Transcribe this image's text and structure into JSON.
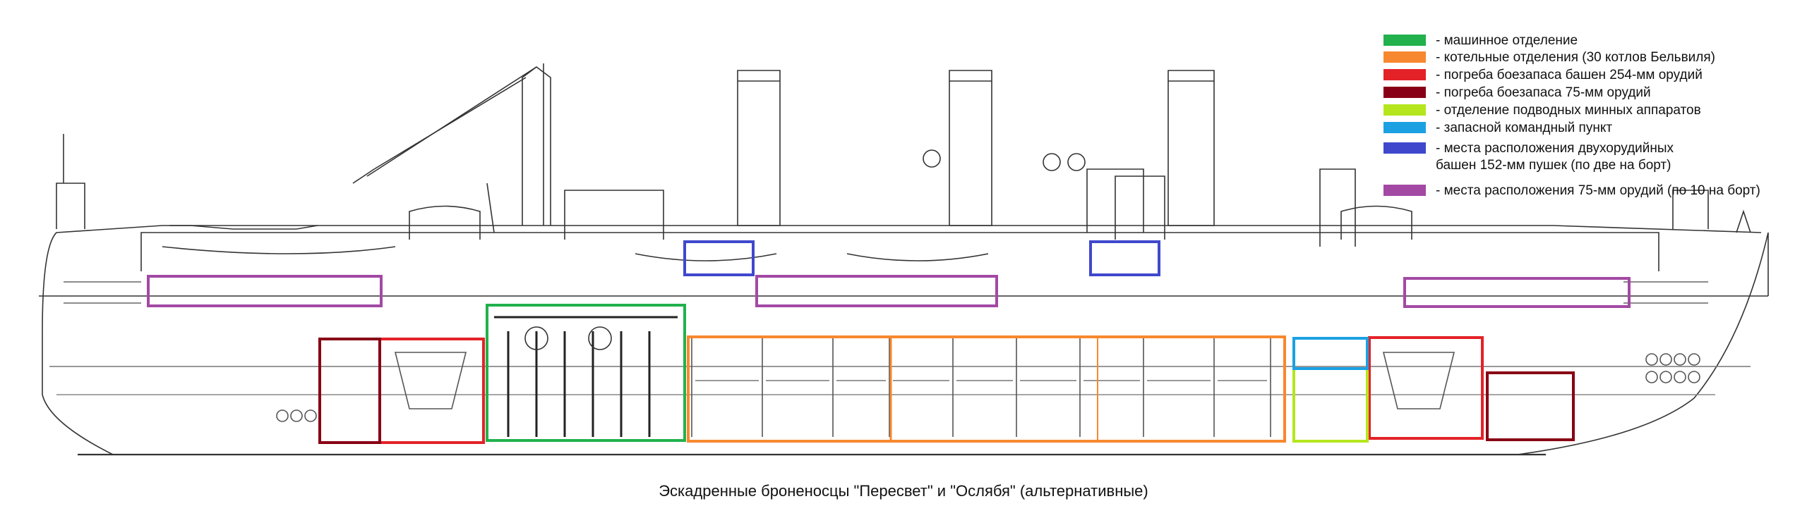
{
  "caption": "Эскадренные броненосцы \"Пересвет\" и \"Ослябя\" (альтернативные)",
  "legend": [
    {
      "key": "engine",
      "color": "#22b14c",
      "text": "- машинное отделение"
    },
    {
      "key": "boiler",
      "color": "#f7882f",
      "text": "- котельные отделения (30 котлов Бельвиля)"
    },
    {
      "key": "mag254",
      "color": "#e32228",
      "text": "- погреба боезапаса башен 254-мм орудий"
    },
    {
      "key": "mag75",
      "color": "#880015",
      "text": "- погреба боезапаса 75-мм орудий"
    },
    {
      "key": "torpedo",
      "color": "#b5e61d",
      "text": "- отделение подводных минных аппаратов"
    },
    {
      "key": "command",
      "color": "#1ba1e2",
      "text": "- запасной командный пункт"
    },
    {
      "key": "turret152",
      "color": "#3f48cc",
      "text": "- места расположения двухорудийных\nбашен 152-мм пушек (по две на борт)"
    },
    {
      "key": "gun75",
      "color": "#a349a4",
      "text": "- места расположения 75-мм орудий (по 10 на борт)"
    }
  ]
}
